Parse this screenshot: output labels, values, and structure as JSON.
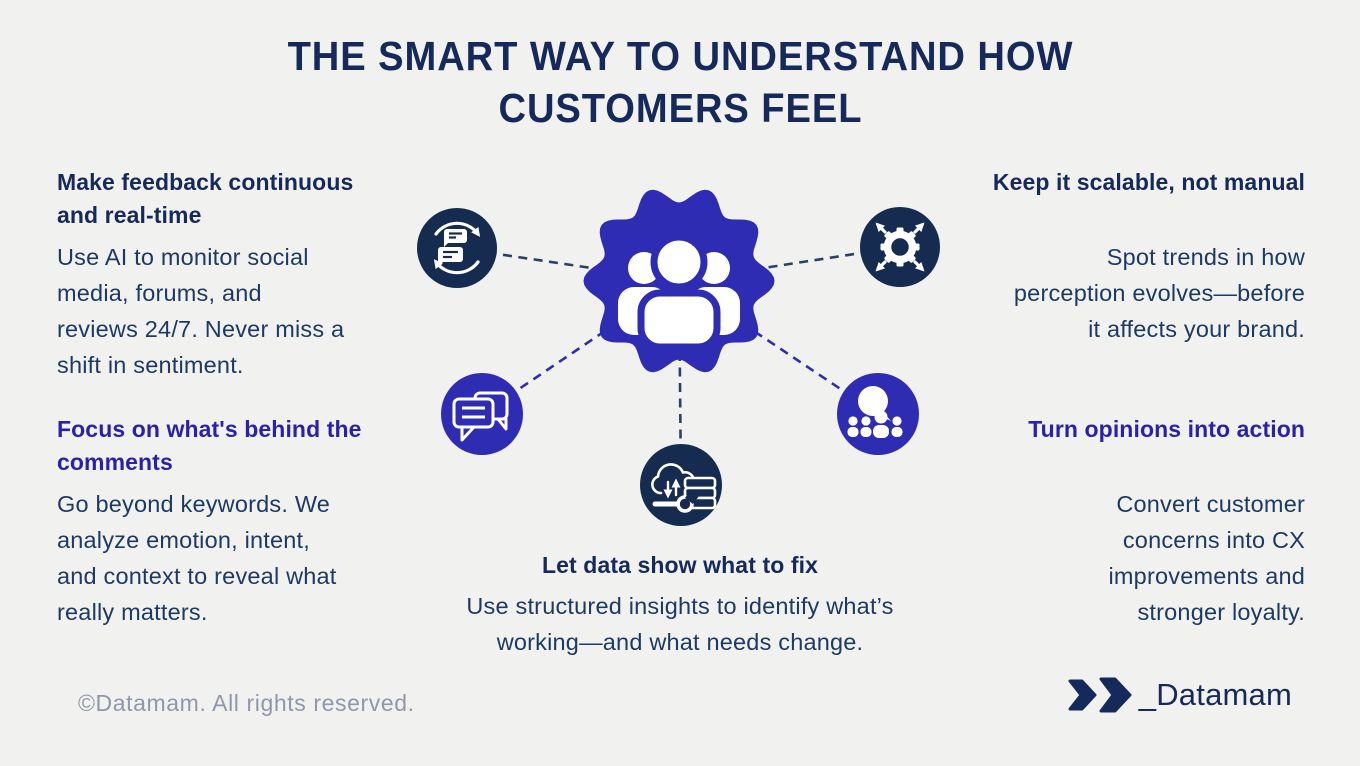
{
  "title": {
    "line1": "THE SMART WAY TO UNDERSTAND HOW",
    "line2": "CUSTOMERS FEEL"
  },
  "blocks": {
    "top_left": {
      "heading": "Make feedback continuous\nand real-time",
      "body": "Use AI to monitor social\nmedia, forums, and\nreviews 24/7. Never miss a\nshift in sentiment."
    },
    "bottom_left": {
      "heading": "Focus on what's behind the\ncomments",
      "body": "Go beyond keywords. We\nanalyze emotion, intent,\nand context to reveal what\nreally matters."
    },
    "top_right": {
      "heading": "Keep it scalable, not manual",
      "body": "Spot trends in how\nperception evolves—before\nit affects your brand."
    },
    "bottom_right": {
      "heading": "Turn opinions into action",
      "body": "Convert customer\nconcerns into CX\nimprovements and\nstronger loyalty."
    },
    "bottom_center": {
      "heading": "Let data show what to fix",
      "body": "Use structured insights to identify what’s\nworking—and what needs change."
    }
  },
  "diagram": {
    "hub_icon": "people-group-icon",
    "satellites": [
      {
        "icon": "chat-refresh-icon",
        "position": "top-left",
        "color": "#152B50"
      },
      {
        "icon": "gear-expand-icon",
        "position": "top-right",
        "color": "#152B50"
      },
      {
        "icon": "speech-bubbles-icon",
        "position": "mid-left",
        "color": "#2F2CB4"
      },
      {
        "icon": "audience-bubble-icon",
        "position": "mid-right",
        "color": "#2F2CB4"
      },
      {
        "icon": "cloud-data-fix-icon",
        "position": "bottom-center",
        "color": "#152B50"
      }
    ]
  },
  "footer": {
    "copyright": "©Datamam. All rights reserved.",
    "brand": "_Datamam"
  },
  "colors": {
    "background": "#F1F1EF",
    "navy": "#15295B",
    "body_text": "#1D3A63",
    "indigo": "#2F2CB4",
    "purple_heading": "#2B1FAD",
    "dark_circle": "#152B50",
    "dash_navy": "#2B4066",
    "muted": "#9196A9"
  }
}
